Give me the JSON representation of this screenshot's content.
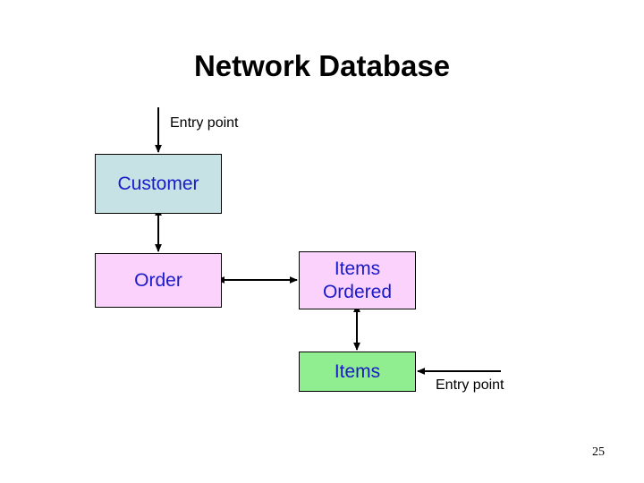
{
  "slide": {
    "title": "Network Database",
    "page_number": "25",
    "background_color": "#ffffff"
  },
  "diagram": {
    "type": "network-database-schema",
    "nodes": [
      {
        "id": "customer",
        "label": "Customer",
        "fill_color": "#c6e2e4",
        "text_color": "#1a1ac8",
        "border_color": "#000000"
      },
      {
        "id": "order",
        "label": "Order",
        "fill_color": "#fbd2fb",
        "text_color": "#1a1ac8",
        "border_color": "#000000"
      },
      {
        "id": "items-ordered",
        "label": "Items\nOrdered",
        "fill_color": "#fbd2fb",
        "text_color": "#1a1ac8",
        "border_color": "#000000"
      },
      {
        "id": "items",
        "label": "Items",
        "fill_color": "#90ee90",
        "text_color": "#1a1ac8",
        "border_color": "#000000"
      }
    ],
    "edges": [
      {
        "id": "entry-to-customer",
        "from": "entry-point-top",
        "to": "customer",
        "arrows": "single-down"
      },
      {
        "id": "customer-to-order",
        "from": "customer",
        "to": "order",
        "arrows": "double-vertical"
      },
      {
        "id": "order-to-items-ordered",
        "from": "order",
        "to": "items-ordered",
        "arrows": "double-horizontal"
      },
      {
        "id": "items-ordered-to-items",
        "from": "items-ordered",
        "to": "items",
        "arrows": "double-vertical"
      },
      {
        "id": "entry-to-items",
        "from": "entry-point-right",
        "to": "items",
        "arrows": "single-left"
      }
    ],
    "annotations": [
      {
        "id": "entry-point-top",
        "label": "Entry point",
        "target": "customer"
      },
      {
        "id": "entry-point-right",
        "label": "Entry point",
        "target": "items"
      }
    ],
    "line_color": "#000000"
  }
}
